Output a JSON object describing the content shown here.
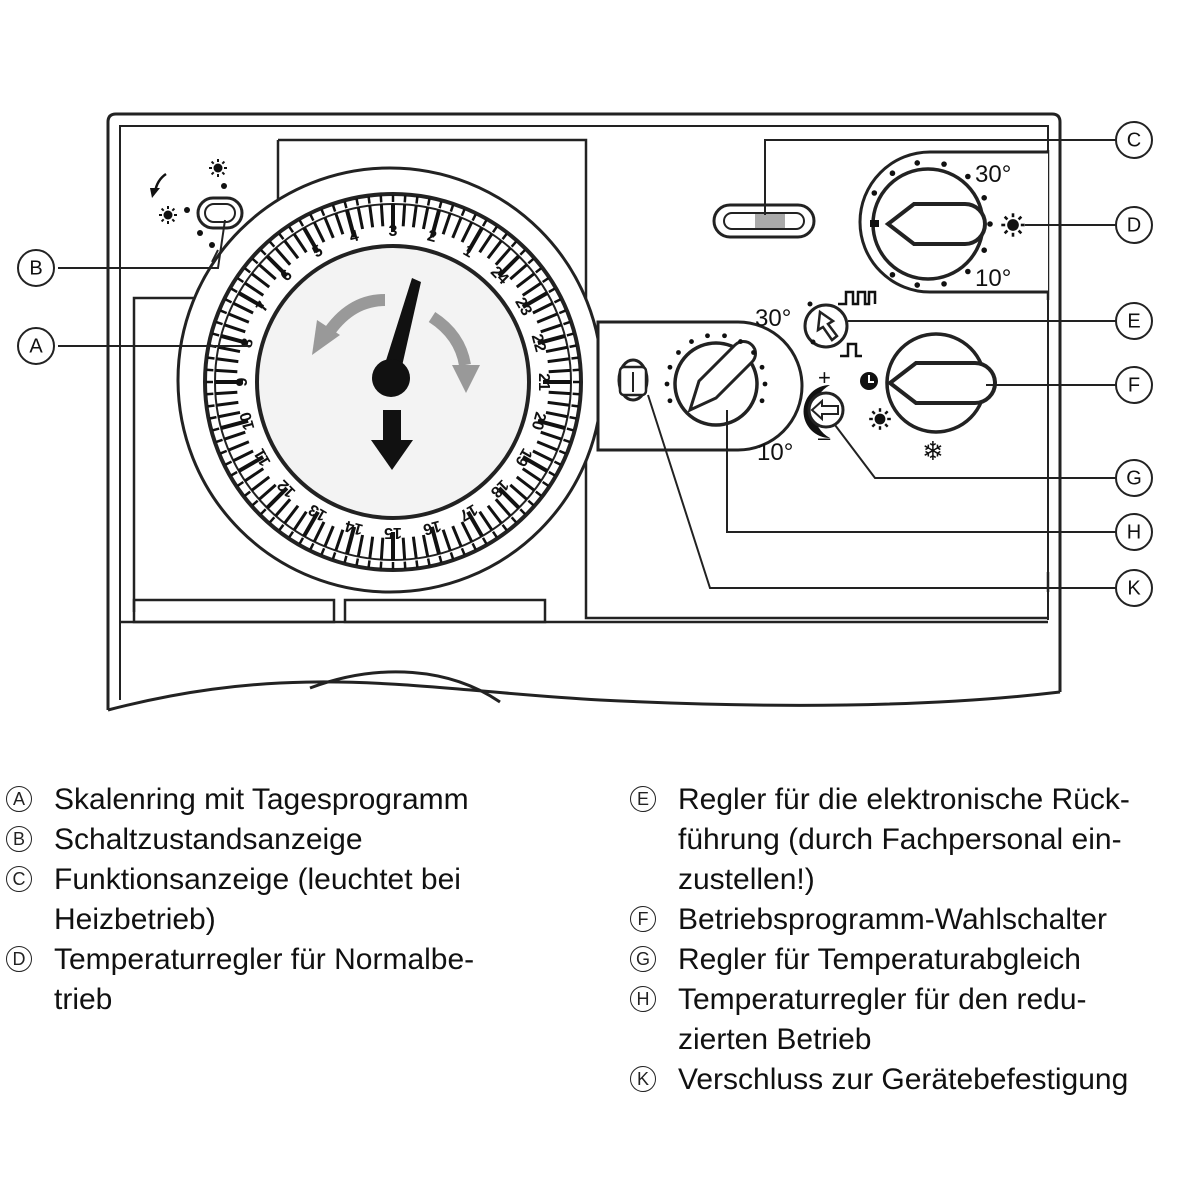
{
  "dial": {
    "hours": [
      "1",
      "2",
      "3",
      "4",
      "5",
      "6",
      "7",
      "8",
      "9",
      "10",
      "11",
      "12",
      "13",
      "14",
      "15",
      "16",
      "17",
      "18",
      "19",
      "20",
      "21",
      "22",
      "23",
      "24"
    ]
  },
  "scales": {
    "d_high": "30°",
    "d_low": "10°",
    "e_high": "30°",
    "h_low": "10°",
    "g_plus": "+",
    "g_minus": "–"
  },
  "callouts": [
    "A",
    "B",
    "C",
    "D",
    "E",
    "F",
    "G",
    "H",
    "K"
  ],
  "legend": {
    "left": [
      {
        "key": "A",
        "lines": [
          "Skalenring mit Tagesprogramm"
        ]
      },
      {
        "key": "B",
        "lines": [
          "Schaltzustandsanzeige"
        ]
      },
      {
        "key": "C",
        "lines": [
          "Funktionsanzeige (leuchtet bei",
          "Heizbetrieb)"
        ]
      },
      {
        "key": "D",
        "lines": [
          "Temperaturregler für Normalbe-",
          "trieb"
        ]
      }
    ],
    "right": [
      {
        "key": "E",
        "lines": [
          "Regler für die elektronische Rück-",
          "führung (durch Fachpersonal ein-",
          "zustellen!)"
        ]
      },
      {
        "key": "F",
        "lines": [
          "Betriebsprogramm-Wahlschalter"
        ]
      },
      {
        "key": "G",
        "lines": [
          "Regler für Temperaturabgleich"
        ]
      },
      {
        "key": "H",
        "lines": [
          "Temperaturregler für den redu-",
          "zierten Betrieb"
        ]
      },
      {
        "key": "K",
        "lines": [
          "Verschluss zur Gerätebefestigung"
        ]
      }
    ]
  }
}
